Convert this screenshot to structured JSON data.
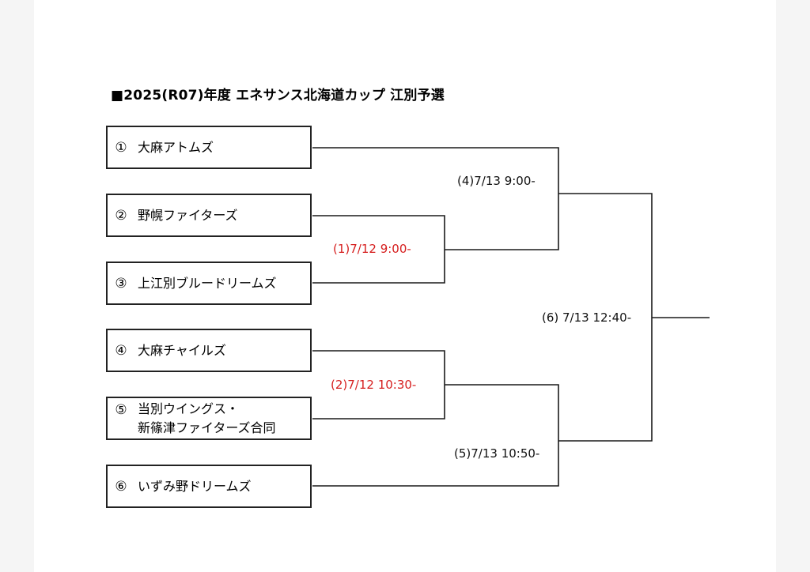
{
  "title": "■2025(R07)年度 エネサンス北海道カップ 江別予選",
  "teams": [
    {
      "num": "①",
      "name_lines": [
        "大麻アトムズ"
      ]
    },
    {
      "num": "②",
      "name_lines": [
        "野幌ファイターズ"
      ]
    },
    {
      "num": "③",
      "name_lines": [
        "上江別ブルードリームズ"
      ]
    },
    {
      "num": "④",
      "name_lines": [
        "大麻チャイルズ"
      ]
    },
    {
      "num": "⑤",
      "name_lines": [
        "当別ウイングス・",
        "新篠津ファイターズ合同"
      ]
    },
    {
      "num": "⑥",
      "name_lines": [
        "いずみ野ドリームズ"
      ]
    }
  ],
  "matches": {
    "m1": "(1)7/12 9:00-",
    "m2": "(2)7/12 10:30-",
    "m4": "(4)7/13 9:00-",
    "m5": "(5)7/13 10:50-",
    "m6": "(6) 7/13 12:40-"
  },
  "colors": {
    "line": "#1a1a1a",
    "day1_label": "#d61f1f",
    "day2_label": "#111111"
  }
}
